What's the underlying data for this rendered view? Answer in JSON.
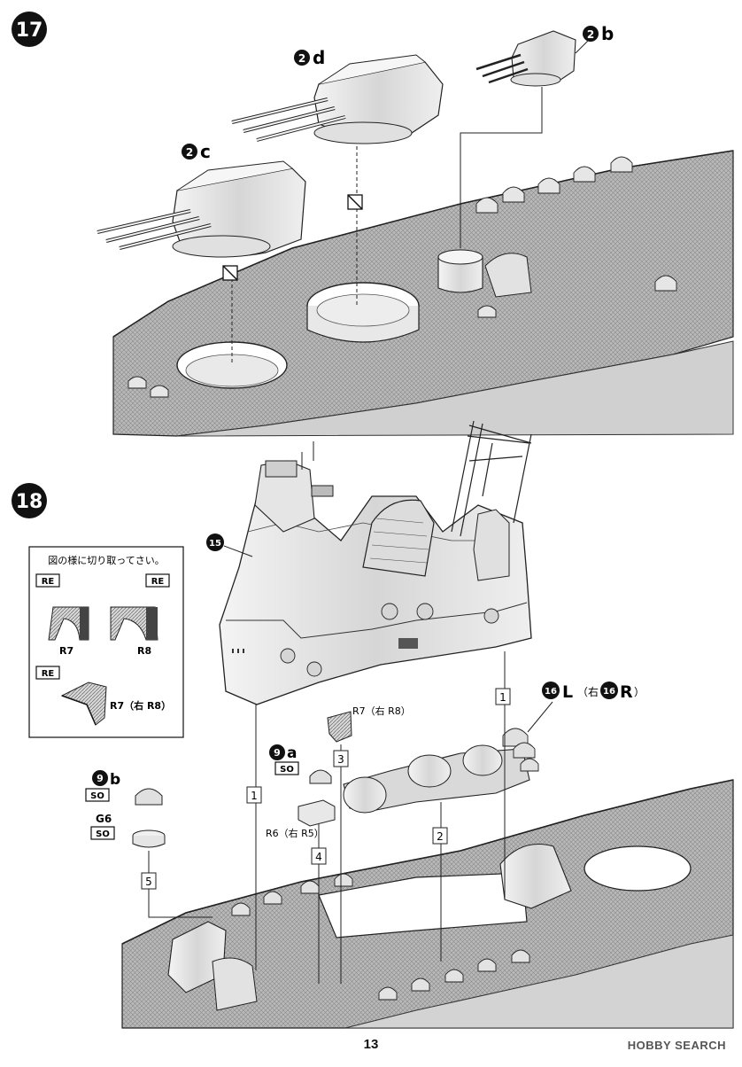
{
  "page_number": "13",
  "watermark": "HOBBY SEARCH",
  "steps": {
    "step17": {
      "number": "17",
      "labels": {
        "turret_c": "c",
        "turret_d": "d",
        "turret_b": "b",
        "turret_num": "2"
      }
    },
    "step18": {
      "number": "18",
      "superstructure_ref": "15",
      "inset": {
        "instruction": "図の様に切り取ってさい。",
        "tags": [
          "RE",
          "RE",
          "RE"
        ],
        "left_part": "R7",
        "right_part": "R8",
        "bottom_part": "R7（右 R8）"
      },
      "callouts": {
        "part_r7": "R7（右 R8）",
        "part_9a_num": "9",
        "part_9a_letter": "a",
        "part_9a_tag": "SO",
        "part_9b_num": "9",
        "part_9b_letter": "b",
        "part_9b_tag": "SO",
        "part_g6": "G6",
        "part_g6_tag": "SO",
        "part_r6": "R6（右 R5）",
        "part_16_num": "16",
        "part_16_l": "L",
        "part_16_mid": "（右",
        "part_16_r": "R",
        "part_16_end": "）"
      },
      "sequence_boxes": [
        "1",
        "1",
        "2",
        "3",
        "4",
        "5"
      ]
    }
  }
}
